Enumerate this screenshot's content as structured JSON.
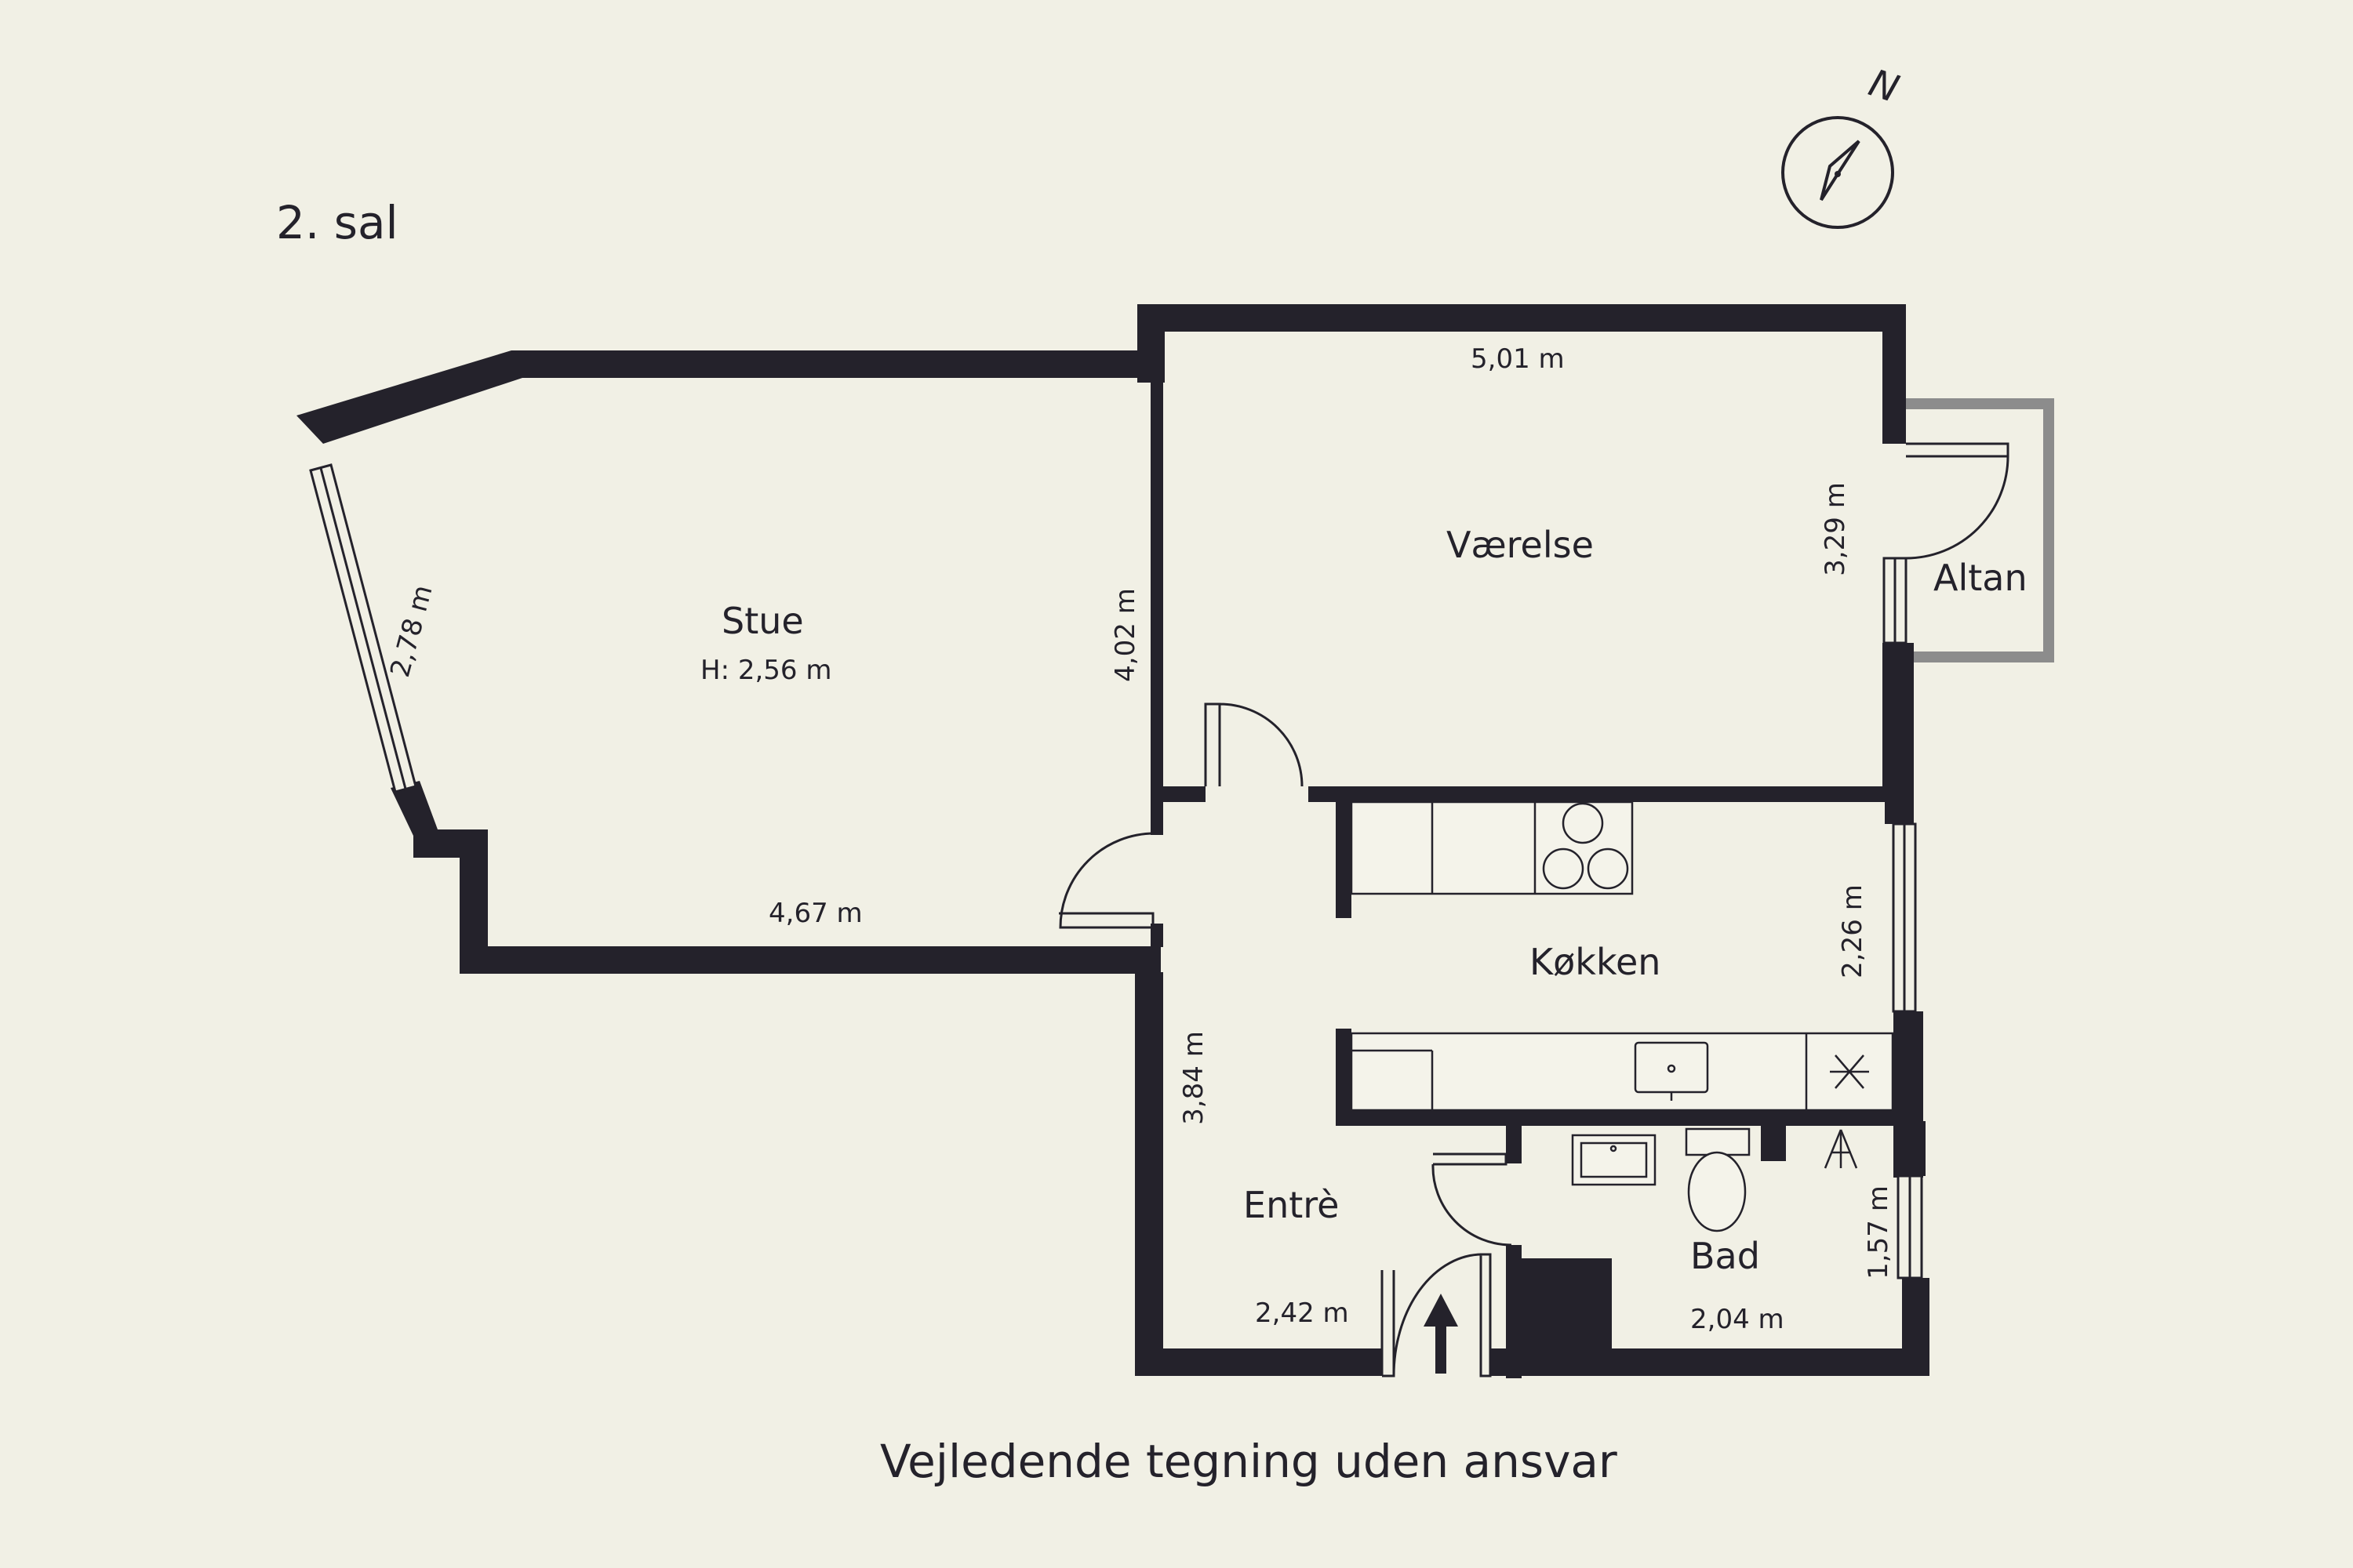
{
  "floor": {
    "name": "2. sal"
  },
  "compass": {
    "north_letter": "N"
  },
  "rooms": {
    "stue": {
      "label": "Stue",
      "height": "H: 2,56 m"
    },
    "vaerelse": {
      "label": "Værelse"
    },
    "altan": {
      "label": "Altan"
    },
    "koekken": {
      "label": "Køkken"
    },
    "entre": {
      "label": "Entrè"
    },
    "bad": {
      "label": "Bad"
    }
  },
  "dimensions": {
    "stue_width": "4,67 m",
    "stue_side": "2,78 m",
    "stue_depth": "4,02 m",
    "vaerelse_width": "5,01 m",
    "vaerelse_depth": "3,29 m",
    "koekken_depth": "2,26 m",
    "entre_length": "3,84 m",
    "entre_width": "2,42 m",
    "bad_width": "2,04 m",
    "bad_depth": "1,57 m"
  },
  "footer": {
    "disclaimer": "Vejledende tegning uden ansvar"
  },
  "colors": {
    "background": "#f1f0e5",
    "wall": "#24222b",
    "balcony": "#8c8c8c",
    "fixture_fill": "#f4f3ea"
  }
}
